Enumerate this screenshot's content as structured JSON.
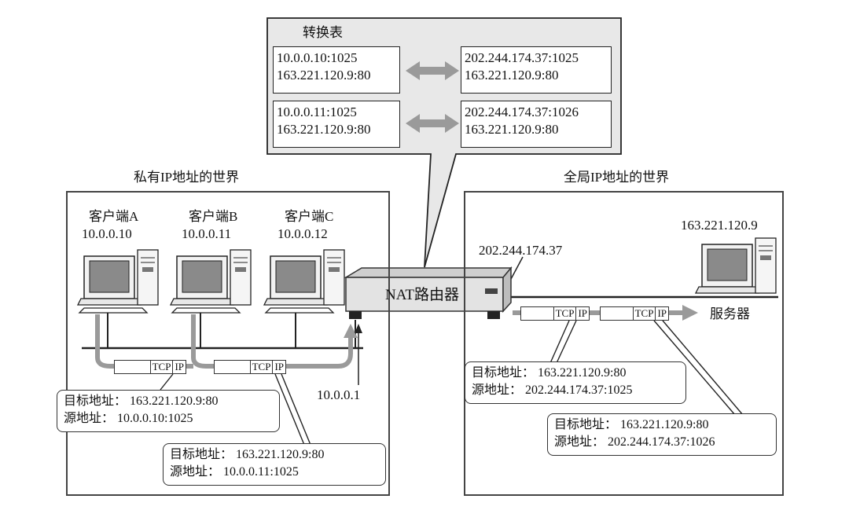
{
  "nat_table": {
    "title": "转换表",
    "rows": [
      {
        "private": [
          "10.0.0.10:1025",
          "163.221.120.9:80"
        ],
        "global": [
          "202.244.174.37:1025",
          "163.221.120.9:80"
        ]
      },
      {
        "private": [
          "10.0.0.11:1025",
          "163.221.120.9:80"
        ],
        "global": [
          "202.244.174.37:1026",
          "163.221.120.9:80"
        ]
      }
    ]
  },
  "private_world": {
    "title": "私有IP地址的世界",
    "clients": [
      {
        "name": "客户端A",
        "ip": "10.0.0.10"
      },
      {
        "name": "客户端B",
        "ip": "10.0.0.11"
      },
      {
        "name": "客户端C",
        "ip": "10.0.0.12"
      }
    ],
    "router_inner_ip": "10.0.0.1",
    "packets": [
      {
        "dst_label": "目标地址：",
        "dst": "163.221.120.9:80",
        "src_label": "源地址：",
        "src": "10.0.0.10:1025"
      },
      {
        "dst_label": "目标地址：",
        "dst": "163.221.120.9:80",
        "src_label": "源地址：",
        "src": "10.0.0.11:1025"
      }
    ]
  },
  "router": {
    "label": "NAT路由器"
  },
  "global_world": {
    "title": "全局IP地址的世界",
    "router_outer_ip": "202.244.174.37",
    "server_ip": "163.221.120.9",
    "server_label": "服务器",
    "packets": [
      {
        "dst_label": "目标地址：",
        "dst": "163.221.120.9:80",
        "src_label": "源地址：",
        "src": "202.244.174.37:1025"
      },
      {
        "dst_label": "目标地址：",
        "dst": "163.221.120.9:80",
        "src_label": "源地址：",
        "src": "202.244.174.37:1026"
      }
    ]
  },
  "packet_segments": {
    "tcp": "TCP",
    "ip": "IP"
  },
  "colors": {
    "screen": "#8a8a8a",
    "arrow": "#8f8f8f",
    "callout": "#e8e8e8",
    "router": "#dcdcdc"
  }
}
